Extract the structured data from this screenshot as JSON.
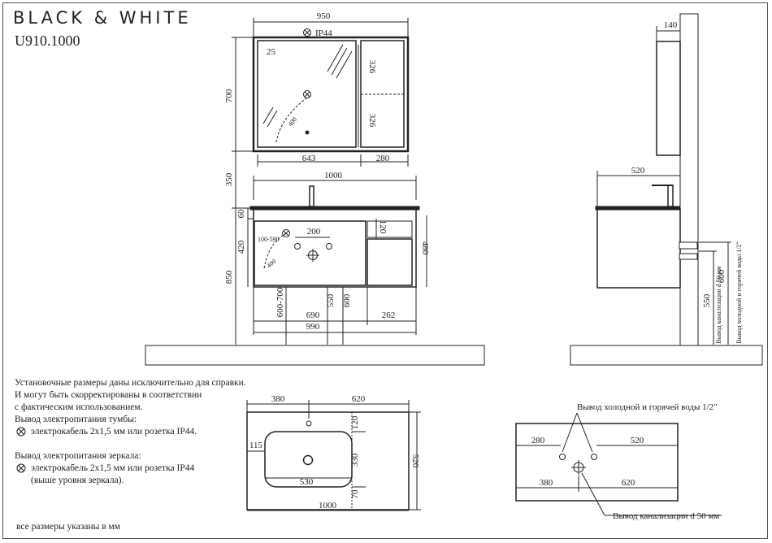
{
  "brand": "BLACK & WHITE",
  "model": "U910.1000",
  "notes": {
    "disclaimer": [
      "Установочные размеры даны исключительно для справки.",
      "И могут быть скорректированы в соответствии",
      "с фактическим использованием."
    ],
    "cabinet_power_title": "Вывод электропитания тумбы:",
    "cabinet_power_text": "электрокабель 2х1,5 мм или розетка IP44.",
    "mirror_power_title": "Вывод электропитания зеркала:",
    "mirror_power_text": "электрокабель 2х1,5 мм или розетка IP44",
    "mirror_power_note": "(выше уровня зеркала).",
    "footer": "все размеры указаны в мм"
  },
  "front_view": {
    "mirror_width": "950",
    "ip_label": "IP44",
    "mirror_height": "700",
    "inset": "25",
    "shelf_top": "326",
    "shelf_bottom": "326",
    "arc": "400",
    "mirror_left": "643",
    "mirror_right": "280",
    "gap": "350",
    "vanity_width": "1000",
    "top_thickness": "60",
    "cabinet_height": "420",
    "drawer_height": "120",
    "right_height": "480",
    "socket_range": "100-590",
    "pipe_spacing": "200",
    "arc_low": "400",
    "total_height": "850",
    "socket_height": "600-700",
    "pipe_height": "550",
    "drain_height": "600",
    "span_690": "690",
    "span_262": "262",
    "span_990": "990"
  },
  "side_view": {
    "mirror_depth": "140",
    "vanity_depth": "520",
    "h550": "550",
    "h600": "600",
    "drain_label": "Вывод канализации d 50 мм",
    "water_label": "Вывод холодной и горячей воды 1/2\""
  },
  "top_view": {
    "left_to_tap": "380",
    "tap_to_right": "620",
    "depth": "520",
    "rear": "120",
    "bowl_depth": "330",
    "front": "70",
    "left_margin": "115",
    "bowl_width": "530",
    "width": "1000"
  },
  "wall_plan": {
    "water_label": "Вывод холодной и горячей воды 1/2\"",
    "left_water": "280",
    "right_water": "520",
    "left_drain": "380",
    "right_drain": "620",
    "drain_label": "Вывод канализации d 50 мм"
  }
}
